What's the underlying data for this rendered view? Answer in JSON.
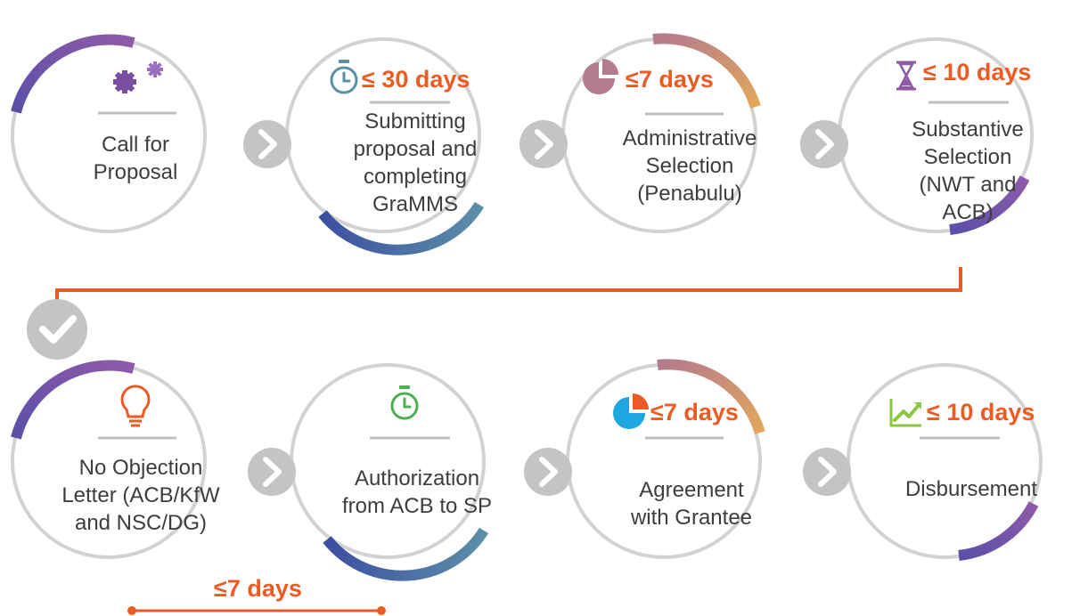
{
  "colors": {
    "ring": "#d2d2d2",
    "connector": "#c4c4c4",
    "accent": "#ec5b24",
    "text": "#3d3d3d",
    "purple": "#7b4fa0",
    "blue": "#3d4fa1",
    "teal": "#5b8fa8",
    "gold": "#e2a85a",
    "mauve": "#b47a8e"
  },
  "steps": [
    {
      "label": "Call for Proposal",
      "icon": "gears-icon",
      "duration": ""
    },
    {
      "label": "Submitting proposal and completing GraMMS",
      "icon": "stopwatch-icon",
      "duration": "≤ 30 days"
    },
    {
      "label": "Administrative Selection (Penabulu)",
      "icon": "pie-chart-icon",
      "duration": "≤7 days"
    },
    {
      "label": "Substantive Selection (NWT and ACB)",
      "icon": "hourglass-icon",
      "duration": "≤ 10 days"
    },
    {
      "label": "No Objection Letter (ACB/KfW and NSC/DG)",
      "icon": "lightbulb-icon",
      "duration": ""
    },
    {
      "label": "Authorization from ACB to SP",
      "icon": "stopwatch-icon",
      "duration": ""
    },
    {
      "label": "Agreement with Grantee",
      "icon": "pie-chart-icon",
      "duration": "≤7 days"
    },
    {
      "label": "Disbursement",
      "icon": "growth-chart-icon",
      "duration": "≤ 10 days"
    }
  ],
  "span_label": "≤7 days",
  "line1": {
    "s1": [
      "Call for",
      "Proposal"
    ],
    "s2": [
      "Submitting",
      "proposal and",
      "completing",
      "GraMMS"
    ],
    "s3": [
      "Administrative",
      "Selection",
      "(Penabulu)"
    ],
    "s4": [
      "Substantive",
      "Selection",
      "(NWT and",
      "ACB)"
    ],
    "s5": [
      "No Objection",
      "Letter (ACB/KfW",
      "and NSC/DG)"
    ],
    "s6": [
      "Authorization",
      "from ACB to SP"
    ],
    "s7": [
      "Agreement",
      "with Grantee"
    ],
    "s8": [
      "Disbursement"
    ]
  }
}
